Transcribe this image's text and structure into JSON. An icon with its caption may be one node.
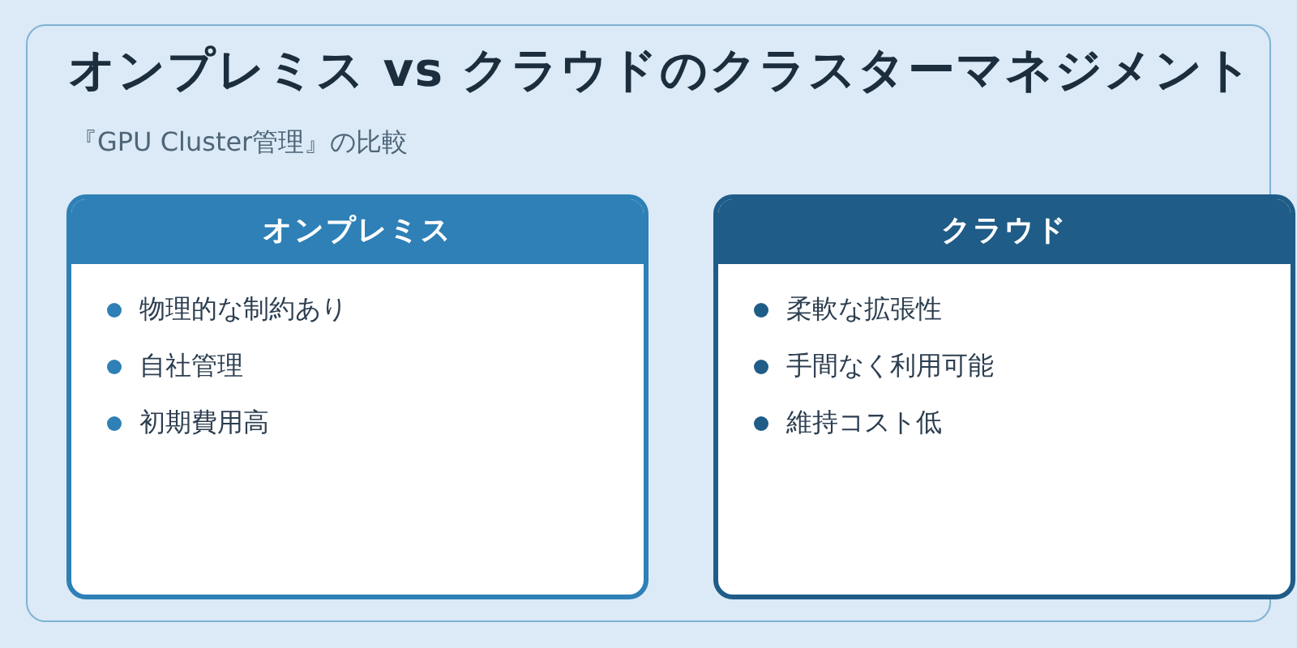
{
  "diagram": {
    "title": "オンプレミス vs クラウドのクラスターマネジメント",
    "nodes": [
      {
        "text": [
          "オンプレミス",
          "物理的な制約あり",
          "自社管理",
          "初期費用高"
        ]
      },
      {
        "text": [
          "クラウド",
          "柔軟な拡張性",
          "手間なく利用可能",
          "維持コスト低"
        ]
      }
    ],
    "labels": [
      "『GPU Cluster管理』の比較"
    ]
  }
}
